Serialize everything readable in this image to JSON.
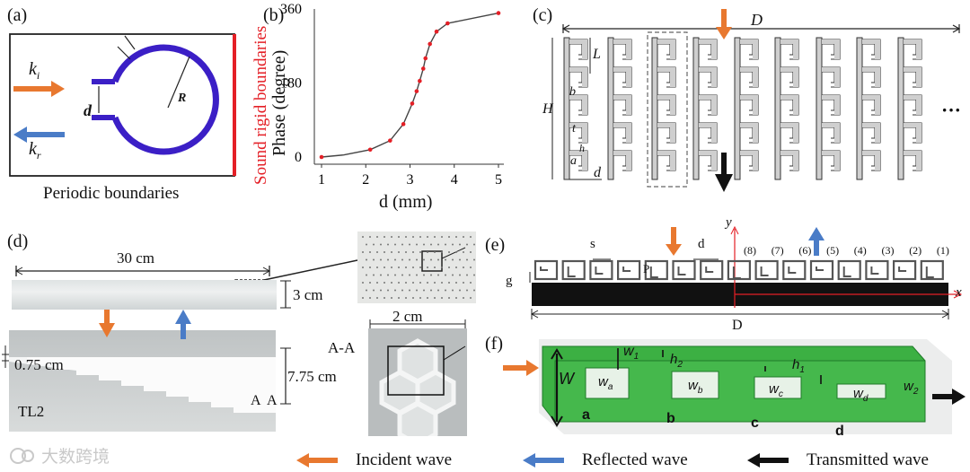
{
  "panel_a": {
    "label": "(a)",
    "k_in": "k",
    "k_in_sub": "i",
    "k_ref": "k",
    "k_ref_sub": "r",
    "d": "d",
    "R": "R",
    "side_text": "Sound rigid boundaries",
    "bottom_text": "Periodic boundaries",
    "colors": {
      "ring": "#3b1fc6",
      "incident": "#e8782f",
      "reflected": "#4a7cc7",
      "rigid": "#e41f26"
    }
  },
  "panel_b": {
    "label": "(b)",
    "chart_data": {
      "type": "line",
      "xlabel": "d (mm)",
      "ylabel": "Phase (degree)",
      "xticks": [
        "1",
        "2",
        "3",
        "4",
        "5"
      ],
      "yticks": [
        "0",
        "180",
        "360"
      ],
      "xlim": [
        1,
        5
      ],
      "ylim": [
        0,
        360
      ],
      "x": [
        1.0,
        1.5,
        2.1,
        2.55,
        2.85,
        3.05,
        3.15,
        3.22,
        3.3,
        3.35,
        3.45,
        3.6,
        3.85,
        5.0
      ],
      "y": [
        0,
        5,
        18,
        40,
        80,
        130,
        160,
        185,
        215,
        240,
        275,
        305,
        325,
        350
      ]
    }
  },
  "panel_c": {
    "label": "(c)",
    "D": "D",
    "L": "L",
    "H": "H",
    "b": "b",
    "t": "t",
    "h": "h",
    "a": "a",
    "d": "d",
    "ellipsis": "···"
  },
  "panel_d": {
    "label": "(d)",
    "width_label": "30 cm",
    "height_label": "3 cm",
    "step_label": "0.75 cm",
    "tall_label": "7.75 cm",
    "cell_label": "2 cm",
    "section_label": "A-A",
    "name_label": "TL2",
    "section_marks": [
      "A",
      "A"
    ]
  },
  "panel_e": {
    "label": "(e)",
    "s": "s",
    "d": "d",
    "g": "g",
    "y": "y",
    "x": "x",
    "P": "P",
    "D": "D",
    "cell_numbers": [
      "(8)",
      "(7)",
      "(6)",
      "(5)",
      "(4)",
      "(3)",
      "(2)",
      "(1)"
    ]
  },
  "panel_f": {
    "label": "(f)",
    "W": "W",
    "w1": "w",
    "w1_sub": "1",
    "h2": "h",
    "h2_sub": "2",
    "h1": "h",
    "h1_sub": "1",
    "w2": "w",
    "w2_sub": "2",
    "wa": "w",
    "wa_sub": "a",
    "wb": "w",
    "wb_sub": "b",
    "wc": "w",
    "wc_sub": "c",
    "wd": "w",
    "wd_sub": "d",
    "letters": [
      "a",
      "b",
      "c",
      "d"
    ],
    "color": "#3cb043"
  },
  "legend": {
    "incident": "Incident wave",
    "reflected": "Reflected wave",
    "transmitted": "Transmitted wave"
  },
  "watermark": "大数跨境"
}
